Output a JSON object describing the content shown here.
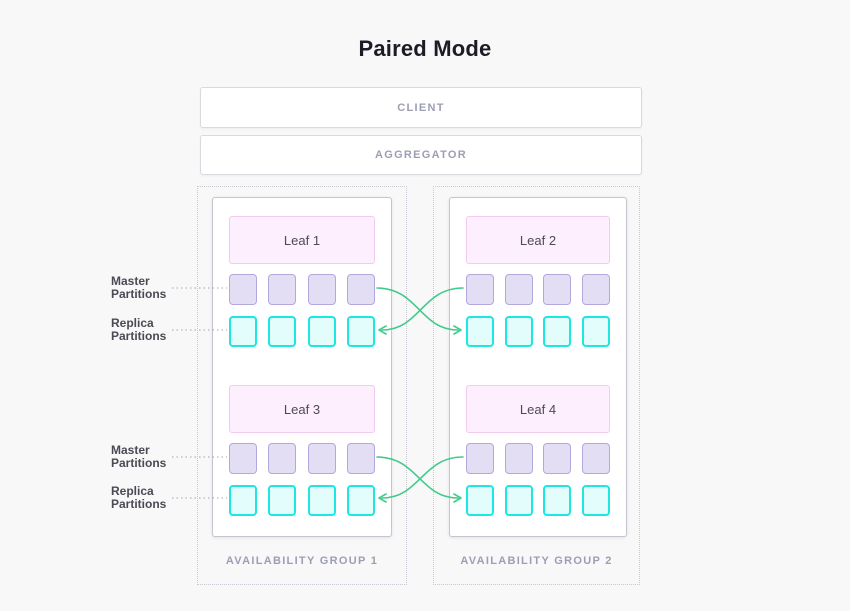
{
  "title": "Paired Mode",
  "stack": {
    "client_label": "CLIENT",
    "aggregator_label": "AGGREGATOR"
  },
  "groups": [
    {
      "label": "AVAILABILITY GROUP 1",
      "leaves": [
        {
          "name": "Leaf 1",
          "master_partitions": 4,
          "replica_partitions": 4
        },
        {
          "name": "Leaf 3",
          "master_partitions": 4,
          "replica_partitions": 4
        }
      ]
    },
    {
      "label": "AVAILABILITY GROUP 2",
      "leaves": [
        {
          "name": "Leaf 2",
          "master_partitions": 4,
          "replica_partitions": 4
        },
        {
          "name": "Leaf 4",
          "master_partitions": 4,
          "replica_partitions": 4
        }
      ]
    }
  ],
  "side_labels": [
    {
      "line1": "Master",
      "line2": "Partitions"
    },
    {
      "line1": "Replica",
      "line2": "Partitions"
    },
    {
      "line1": "Master",
      "line2": "Partitions"
    },
    {
      "line1": "Replica",
      "line2": "Partitions"
    }
  ],
  "colors": {
    "page-bg": "#f8f8f9",
    "caps-text": "#9c9eb3",
    "arrow-green": "#42ca8c",
    "master-fill": "#e3def3",
    "master-border": "#b3a8dc",
    "replica-fill": "#e2fdfc",
    "replica-border": "#1ce7e0",
    "leaf-header-fill": "#fdeffd",
    "leaf-header-border": "#f3cbf0"
  }
}
